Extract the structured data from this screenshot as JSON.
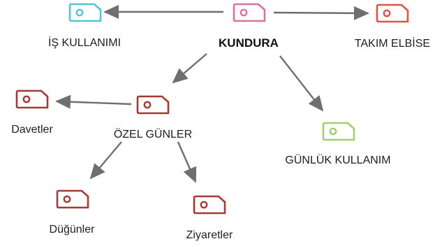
{
  "diagram": {
    "nodes": [
      {
        "id": "kundura",
        "label": "KUNDURA",
        "icon": "tag-icon",
        "color": "#d9739a",
        "root": true
      },
      {
        "id": "is-kullanimi",
        "label": "İŞ KULLANIMI",
        "icon": "tag-icon",
        "color": "#55c4d9"
      },
      {
        "id": "takim-elbise",
        "label": "TAKIM ELBİSE",
        "icon": "tag-icon",
        "color": "#e05248"
      },
      {
        "id": "ozel-gunler",
        "label": "ÖZEL GÜNLER",
        "icon": "tag-icon",
        "color": "#a33a36"
      },
      {
        "id": "gunluk-kullanim",
        "label": "GÜNLÜK KULLANIM",
        "icon": "tag-icon",
        "color": "#9fcf6e"
      },
      {
        "id": "davetler",
        "label": "Davetler",
        "icon": "tag-icon",
        "color": "#a33a36"
      },
      {
        "id": "dugunler",
        "label": "Düğünler",
        "icon": "tag-icon",
        "color": "#a33a36"
      },
      {
        "id": "ziyaretler",
        "label": "Ziyaretler",
        "icon": "tag-icon",
        "color": "#a33a36"
      }
    ],
    "edges": [
      {
        "from": "kundura",
        "to": "is-kullanimi"
      },
      {
        "from": "kundura",
        "to": "takim-elbise"
      },
      {
        "from": "kundura",
        "to": "ozel-gunler"
      },
      {
        "from": "kundura",
        "to": "gunluk-kullanim"
      },
      {
        "from": "ozel-gunler",
        "to": "davetler"
      },
      {
        "from": "ozel-gunler",
        "to": "dugunler"
      },
      {
        "from": "ozel-gunler",
        "to": "ziyaretler"
      }
    ],
    "connector_color": "#6f6f6f"
  }
}
